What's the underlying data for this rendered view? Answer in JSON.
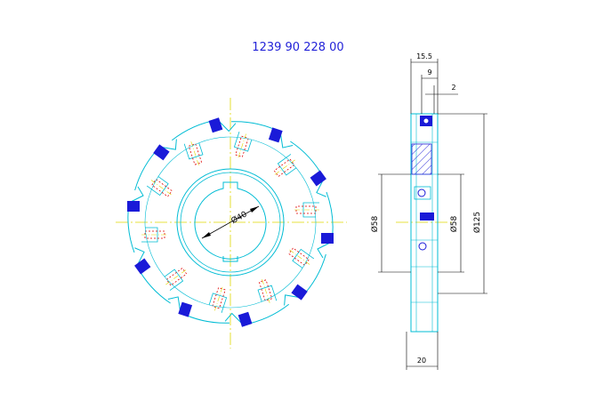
{
  "drawing": {
    "part_number": "1239 90 228 00",
    "front_view": {
      "bore_label": "Ø40",
      "tooth_count": 10
    },
    "side_view": {
      "dim_width_top": "15.5",
      "dim_offset": "9",
      "dim_clearance": "2",
      "dim_hub_left": "Ø58",
      "dim_hub_right": "Ø58",
      "dim_outer": "Ø125",
      "dim_width_bottom": "20"
    },
    "colors": {
      "outline": "#00bcd4",
      "centerline": "#e0d800",
      "hidden": "#e00000",
      "insert": "#1a1ad8",
      "hatch": "#2323d8",
      "dimension": "#000000"
    }
  }
}
